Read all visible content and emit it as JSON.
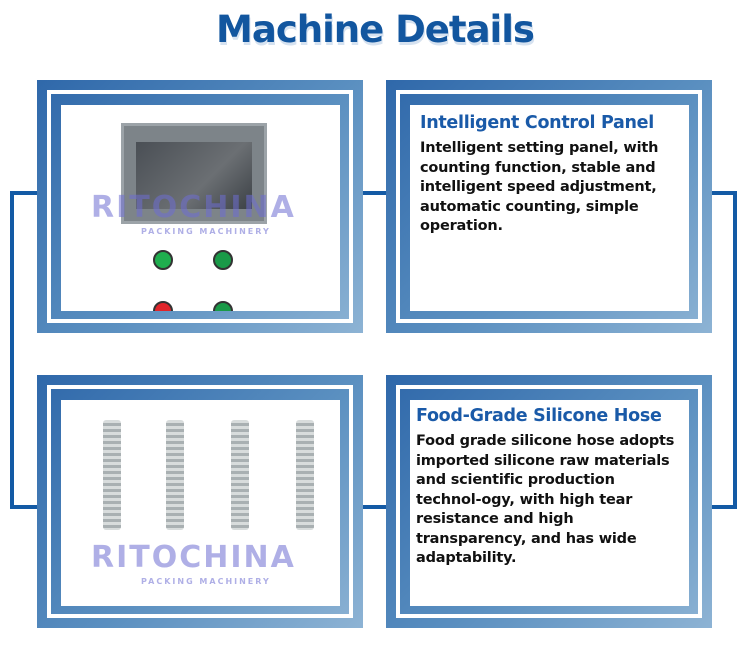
{
  "page_title": "Machine Details",
  "watermark": {
    "brand": "RITOCHINA",
    "sub": "PACKING MACHINERY"
  },
  "sections": [
    {
      "heading": "Intelligent Control Panel",
      "body": "Intelligent setting panel, with counting function, stable and intelligent speed adjustment, automatic counting, simple operation."
    },
    {
      "heading": "Food-Grade Silicone Hose",
      "body": "Food grade silicone hose adopts imported silicone raw materials and scientific production technol-ogy, with high tear resistance and high transparency, and has wide adaptability."
    }
  ],
  "colors": {
    "accent": "#135aa5",
    "heading": "#1a5aa8"
  }
}
